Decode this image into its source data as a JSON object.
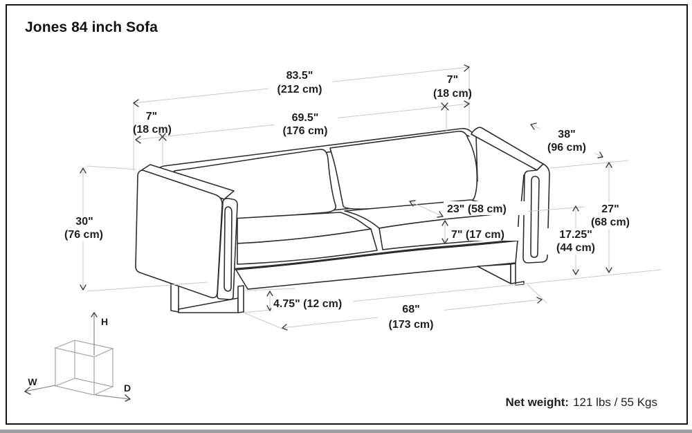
{
  "title": "Jones 84 inch Sofa",
  "diagram": {
    "dimensions": {
      "overall_width": {
        "inches": "83.5\"",
        "cm": "(212 cm)"
      },
      "arm_width_right": {
        "inches": "7\"",
        "cm": "(18 cm)"
      },
      "arm_width_left": {
        "inches": "7\"",
        "cm": "(18 cm)"
      },
      "seating_width": {
        "inches": "69.5\"",
        "cm": "(176 cm)"
      },
      "overall_depth": {
        "inches": "38\"",
        "cm": "(96 cm)"
      },
      "overall_height": {
        "inches": "30\"",
        "cm": "(76 cm)"
      },
      "arm_height": {
        "inches": "27\"",
        "cm": "(68 cm)"
      },
      "seat_height": {
        "inches": "17.25\"",
        "cm": "(44 cm)"
      },
      "base_width": {
        "inches": "68\"",
        "cm": "(173 cm)"
      },
      "seat_depth": {
        "label": "23\" (58 cm)"
      },
      "seat_cushion_thickness": {
        "label": "7\" (17 cm)"
      },
      "leg_height": {
        "label": "4.75\" (12 cm)"
      }
    },
    "axes": {
      "height": "H",
      "width": "W",
      "depth": "D"
    }
  },
  "footer": {
    "net_weight_label": "Net weight:",
    "net_weight_value": "121 lbs / 55 Kgs"
  },
  "colors": {
    "background": "#ffffff",
    "ink": "#1e1e1e",
    "sofa_stroke": "#2d2d2d",
    "dimension_line": "#c9c9c9",
    "marker": "#3f3f3f",
    "border": "#161616"
  }
}
